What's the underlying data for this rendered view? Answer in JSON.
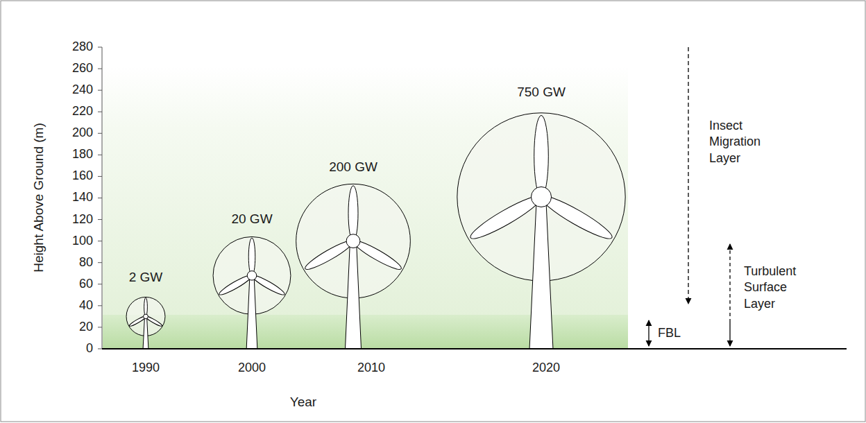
{
  "diagram": {
    "labels": [
      "280",
      "260",
      "240",
      "220",
      "200",
      "180",
      "160",
      "140",
      "120",
      "100",
      "80",
      "60",
      "40",
      "20",
      "0",
      "Height Above Ground (m)",
      "2 GW",
      "20 GW",
      "200 GW",
      "750 GW",
      "1990",
      "2000",
      "2010",
      "2020",
      "Year",
      "Insect Migration Layer",
      "FBL",
      "Turbulent Surface Layer"
    ]
  }
}
